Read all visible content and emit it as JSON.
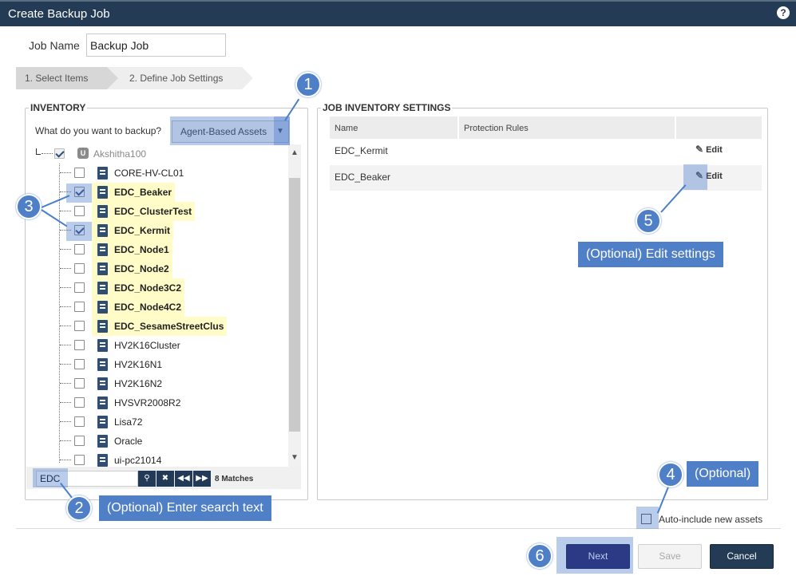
{
  "dialog": {
    "title": "Create Backup Job",
    "help_icon": "question-icon",
    "help_glyph": "?"
  },
  "job_name": {
    "label": "Job Name",
    "value": "Backup Job"
  },
  "wizard": {
    "steps": [
      "1. Select Items",
      "2. Define Job Settings"
    ]
  },
  "inventory": {
    "legend": "INVENTORY",
    "question": "What do you want to backup?",
    "asset_type": "Agent-Based Assets",
    "root": {
      "label": "Akshitha100",
      "icon": "U",
      "checked": true
    },
    "items": [
      {
        "label": "CORE-HV-CL01",
        "checked": false,
        "match": false
      },
      {
        "label": "EDC_Beaker",
        "checked": true,
        "match": true
      },
      {
        "label": "EDC_ClusterTest",
        "checked": false,
        "match": true
      },
      {
        "label": "EDC_Kermit",
        "checked": true,
        "match": true
      },
      {
        "label": "EDC_Node1",
        "checked": false,
        "match": true
      },
      {
        "label": "EDC_Node2",
        "checked": false,
        "match": true
      },
      {
        "label": "EDC_Node3C2",
        "checked": false,
        "match": true
      },
      {
        "label": "EDC_Node4C2",
        "checked": false,
        "match": true
      },
      {
        "label": "EDC_SesameStreetClus",
        "checked": false,
        "match": true
      },
      {
        "label": "HV2K16Cluster",
        "checked": false,
        "match": false
      },
      {
        "label": "HV2K16N1",
        "checked": false,
        "match": false
      },
      {
        "label": "HV2K16N2",
        "checked": false,
        "match": false
      },
      {
        "label": "HVSVR2008R2",
        "checked": false,
        "match": false
      },
      {
        "label": "Lisa72",
        "checked": false,
        "match": false
      },
      {
        "label": "Oracle",
        "checked": false,
        "match": false
      },
      {
        "label": "ui-pc21014",
        "checked": false,
        "match": false
      }
    ],
    "search": {
      "value": "EDC",
      "matches": "8 Matches"
    }
  },
  "job_inventory": {
    "legend": "JOB INVENTORY SETTINGS",
    "columns": [
      "Name",
      "Protection Rules",
      ""
    ],
    "rows": [
      {
        "name": "EDC_Kermit",
        "action": "Edit"
      },
      {
        "name": "EDC_Beaker",
        "action": "Edit"
      }
    ]
  },
  "auto_include": {
    "label": "Auto-include new assets",
    "checked": false
  },
  "buttons": {
    "next": "Next",
    "save": "Save",
    "cancel": "Cancel"
  },
  "callouts": {
    "c1": "1",
    "c2": "2",
    "c3": "3",
    "c4": "4",
    "c5": "5",
    "c6": "6",
    "c2_text": "(Optional) Enter search text",
    "c4_text": "(Optional)",
    "c5_text": "(Optional) Edit settings"
  },
  "colors": {
    "titlebar": "#233b54",
    "callout": "#4f7fc6",
    "match_highlight": "#fffcc8",
    "next_button": "#1a145a"
  }
}
